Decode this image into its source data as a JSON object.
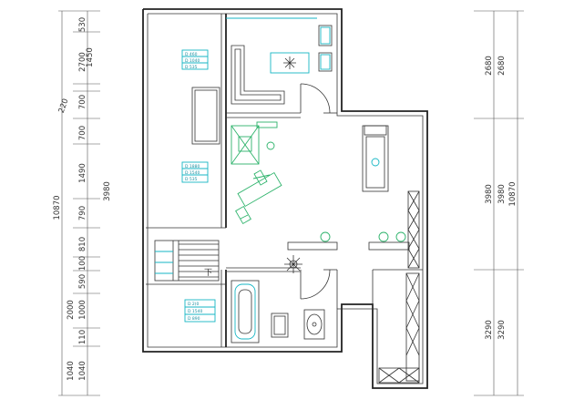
{
  "dimensions": {
    "left_total": "10870",
    "left_outer": [
      "530",
      "2700",
      "220",
      "3980",
      "810",
      "2000",
      "1040"
    ],
    "left_inner": [
      "1450",
      "700",
      "700",
      "1490",
      "790",
      "100",
      "590",
      "1000",
      "110",
      "1040"
    ],
    "right_total": "10870",
    "right_outer": [
      "2680",
      "3980",
      "3290"
    ],
    "right_inner": [
      "2680",
      "3980",
      "3290"
    ]
  },
  "tags": [
    {
      "rows": [
        "D 460",
        "D 1040",
        "D 535"
      ]
    },
    {
      "rows": [
        "D 1880",
        "D 1540",
        "D 535"
      ]
    },
    {
      "rows": [
        "D 2(0",
        "D 1540",
        "D 890"
      ]
    }
  ],
  "stair_arrow": "下"
}
